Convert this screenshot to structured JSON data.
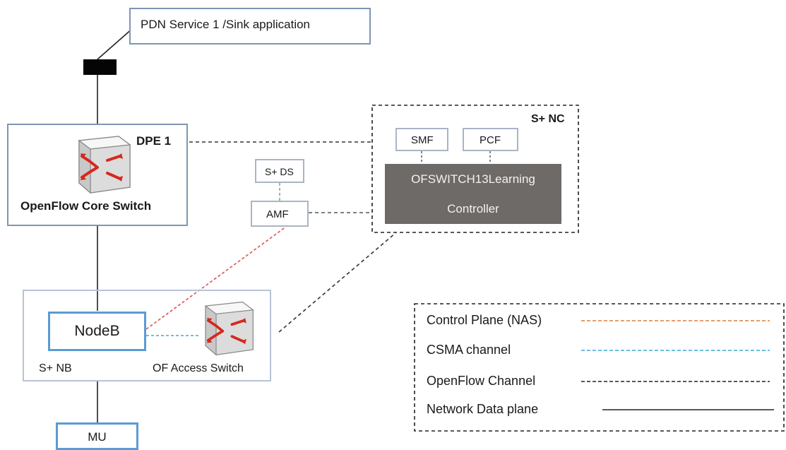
{
  "nodes": {
    "pdn_service": "PDN Service 1 /Sink application",
    "dpe": "DPE 1",
    "core_switch": "OpenFlow Core Switch",
    "nc": "S+ NC",
    "smf": "SMF",
    "pcf": "PCF",
    "controller_line1": "OFSWITCH13Learning",
    "controller_line2": "Controller",
    "ds": "S+ DS",
    "amf": "AMF",
    "nodeb": "NodeB",
    "nb": "S+ NB",
    "access_switch": "OF Access Switch",
    "mu": "MU"
  },
  "legend": {
    "items": [
      {
        "label": "Control Plane (NAS)",
        "color": "#e07b39",
        "style": "dashed"
      },
      {
        "label": "CSMA channel",
        "color": "#39a9d6",
        "style": "dashed"
      },
      {
        "label": "OpenFlow Channel",
        "color": "#222222",
        "style": "dashed"
      },
      {
        "label": "Network Data plane",
        "color": "#222222",
        "style": "solid"
      }
    ]
  },
  "colors": {
    "box_border": "#7f95b3",
    "controller_fill": "#6d6a68",
    "nas_link": "#d9534f",
    "csma_link": "#39a9d6",
    "openflow_link": "#333333",
    "data_link": "#222222",
    "switch_arrow": "#d6281e"
  },
  "icons": [
    "switch-icon",
    "switch-icon"
  ]
}
